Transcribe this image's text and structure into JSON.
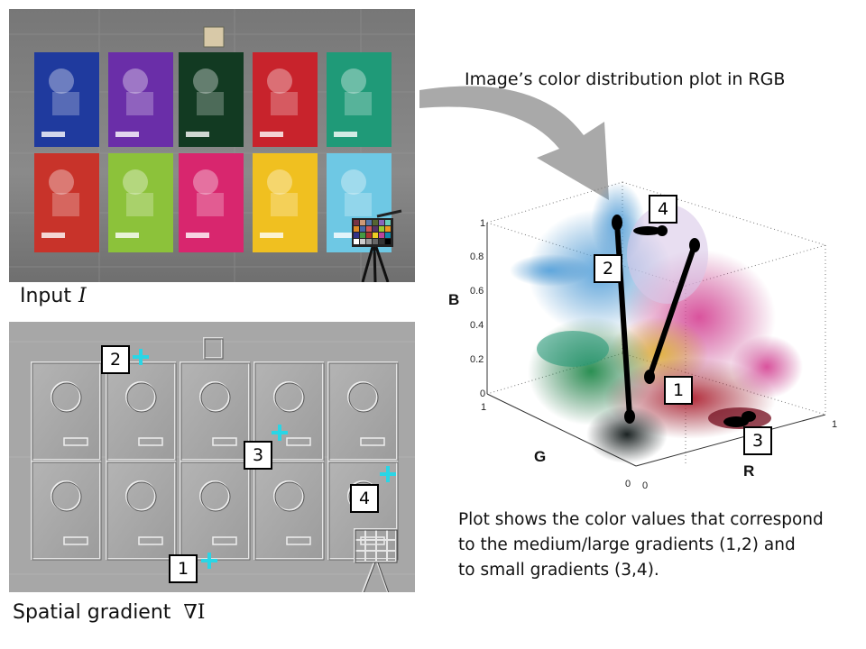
{
  "input_caption": {
    "text": "Input",
    "symbol": "I"
  },
  "gradient_caption": {
    "text": "Spatial gradient",
    "symbol": "∇I"
  },
  "plot_title": "Image’s color distribution plot in RGB",
  "description": [
    "Plot shows the color values that correspond",
    "to the medium/large gradients (1,2) and",
    "to small gradients (3,4)."
  ],
  "markers": [
    "1",
    "2",
    "3",
    "4"
  ],
  "axes": {
    "b_label": "B",
    "g_label": "G",
    "r_label": "R",
    "b_ticks": [
      "1",
      "0.8",
      "0.6",
      "0.4",
      "0.2",
      "0"
    ],
    "g_ticks": [
      "1",
      "0"
    ],
    "r_ticks": [
      "0",
      "1"
    ]
  },
  "colors": {
    "accent_cross": "#29d6e6",
    "arrow": "#a9a9a9"
  },
  "posters": [
    "#1f3a9e",
    "#6a2ea8",
    "#123a22",
    "#c8232c",
    "#1f9a78",
    "#c8332a",
    "#8cc23a",
    "#d8266e",
    "#f0c020",
    "#6ec8e4"
  ]
}
